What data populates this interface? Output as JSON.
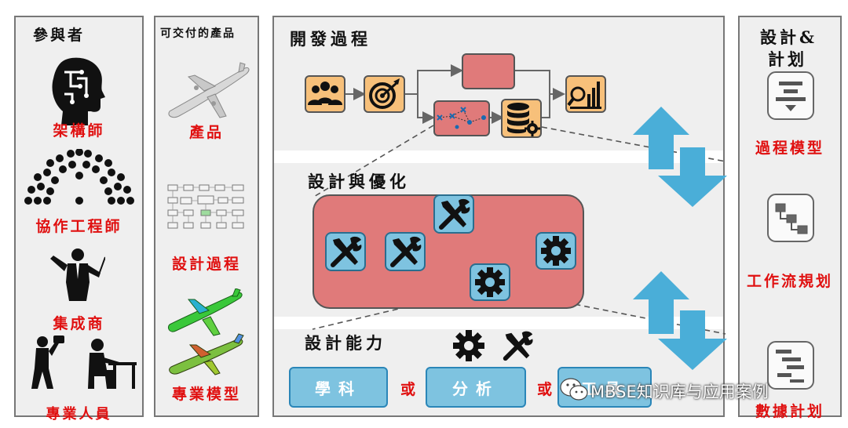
{
  "participants": {
    "title": "參與者",
    "items": [
      {
        "label": "架構師",
        "icon": "brain-head-icon"
      },
      {
        "label": "協作工程師",
        "icon": "audience-seats-icon"
      },
      {
        "label": "集成商",
        "icon": "conductor-icon"
      },
      {
        "label": "專業人員",
        "icon": "specialists-icon"
      }
    ]
  },
  "deliverables": {
    "title": "可交付的產品",
    "items": [
      {
        "label": "產品",
        "icon": "airplane-icon"
      },
      {
        "label": "設計過程",
        "icon": "process-graph-icon"
      },
      {
        "label": "專業模型",
        "icon": "fea-airplane-icon"
      }
    ]
  },
  "development": {
    "title": "開發過程",
    "design_title": "設計與優化",
    "capability_title": "設計能力",
    "capability_options": [
      "學科",
      "分析",
      "工具"
    ],
    "or_label": "或"
  },
  "design_plan": {
    "title_line1": "設計&",
    "title_line2": "計划",
    "items": [
      {
        "label": "過程模型",
        "icon": "process-model-icon"
      },
      {
        "label": "工作流規划",
        "icon": "workflow-icon"
      },
      {
        "label": "數據計划",
        "icon": "data-plan-icon"
      }
    ]
  },
  "watermark": "MBSE知识库与应用案例",
  "colors": {
    "panel_bg": "#efefef",
    "label_red": "#e01010",
    "box_blue": "#7ec3e0",
    "box_orange": "#f7c07a",
    "box_red": "#e07a7a",
    "arrow_blue": "#4aaed8"
  }
}
